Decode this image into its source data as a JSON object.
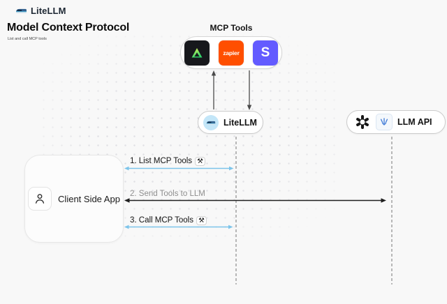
{
  "header": {
    "brand": "LiteLLM",
    "title": "Model Context Protocol",
    "subtitle": "List and call MCP tools"
  },
  "mcp_tools": {
    "label": "MCP Tools",
    "tools": [
      {
        "name": "triangle-logo",
        "label": ""
      },
      {
        "name": "zapier",
        "label": "zapier"
      },
      {
        "name": "stripe",
        "label": "S"
      }
    ]
  },
  "nodes": {
    "litellm": {
      "label": "LiteLLM"
    },
    "llm_api": {
      "label": "LLM API"
    },
    "client": {
      "label": "Client Side App"
    }
  },
  "flows": [
    {
      "step": "1. List MCP Tools",
      "tool_icon": "⚒"
    },
    {
      "step": "2. Send Tools to LLM",
      "tool_icon": ""
    },
    {
      "step": "3. Call MCP Tools",
      "tool_icon": "⚒"
    }
  ],
  "colors": {
    "canvas-bg": "#f8f8f8",
    "flow-blue": "#7cc4ea",
    "flow-dark": "#1f1f1f",
    "dashed-gray": "#9b9b9b",
    "vert-arrow-gray": "#4a4a4a",
    "zapier-orange": "#ff4f00",
    "stripe-purple": "#635bff",
    "tile-black": "#17181c",
    "litellm-icon-bg": "#c3e6f8",
    "muted-label": "#8e8e8e"
  }
}
